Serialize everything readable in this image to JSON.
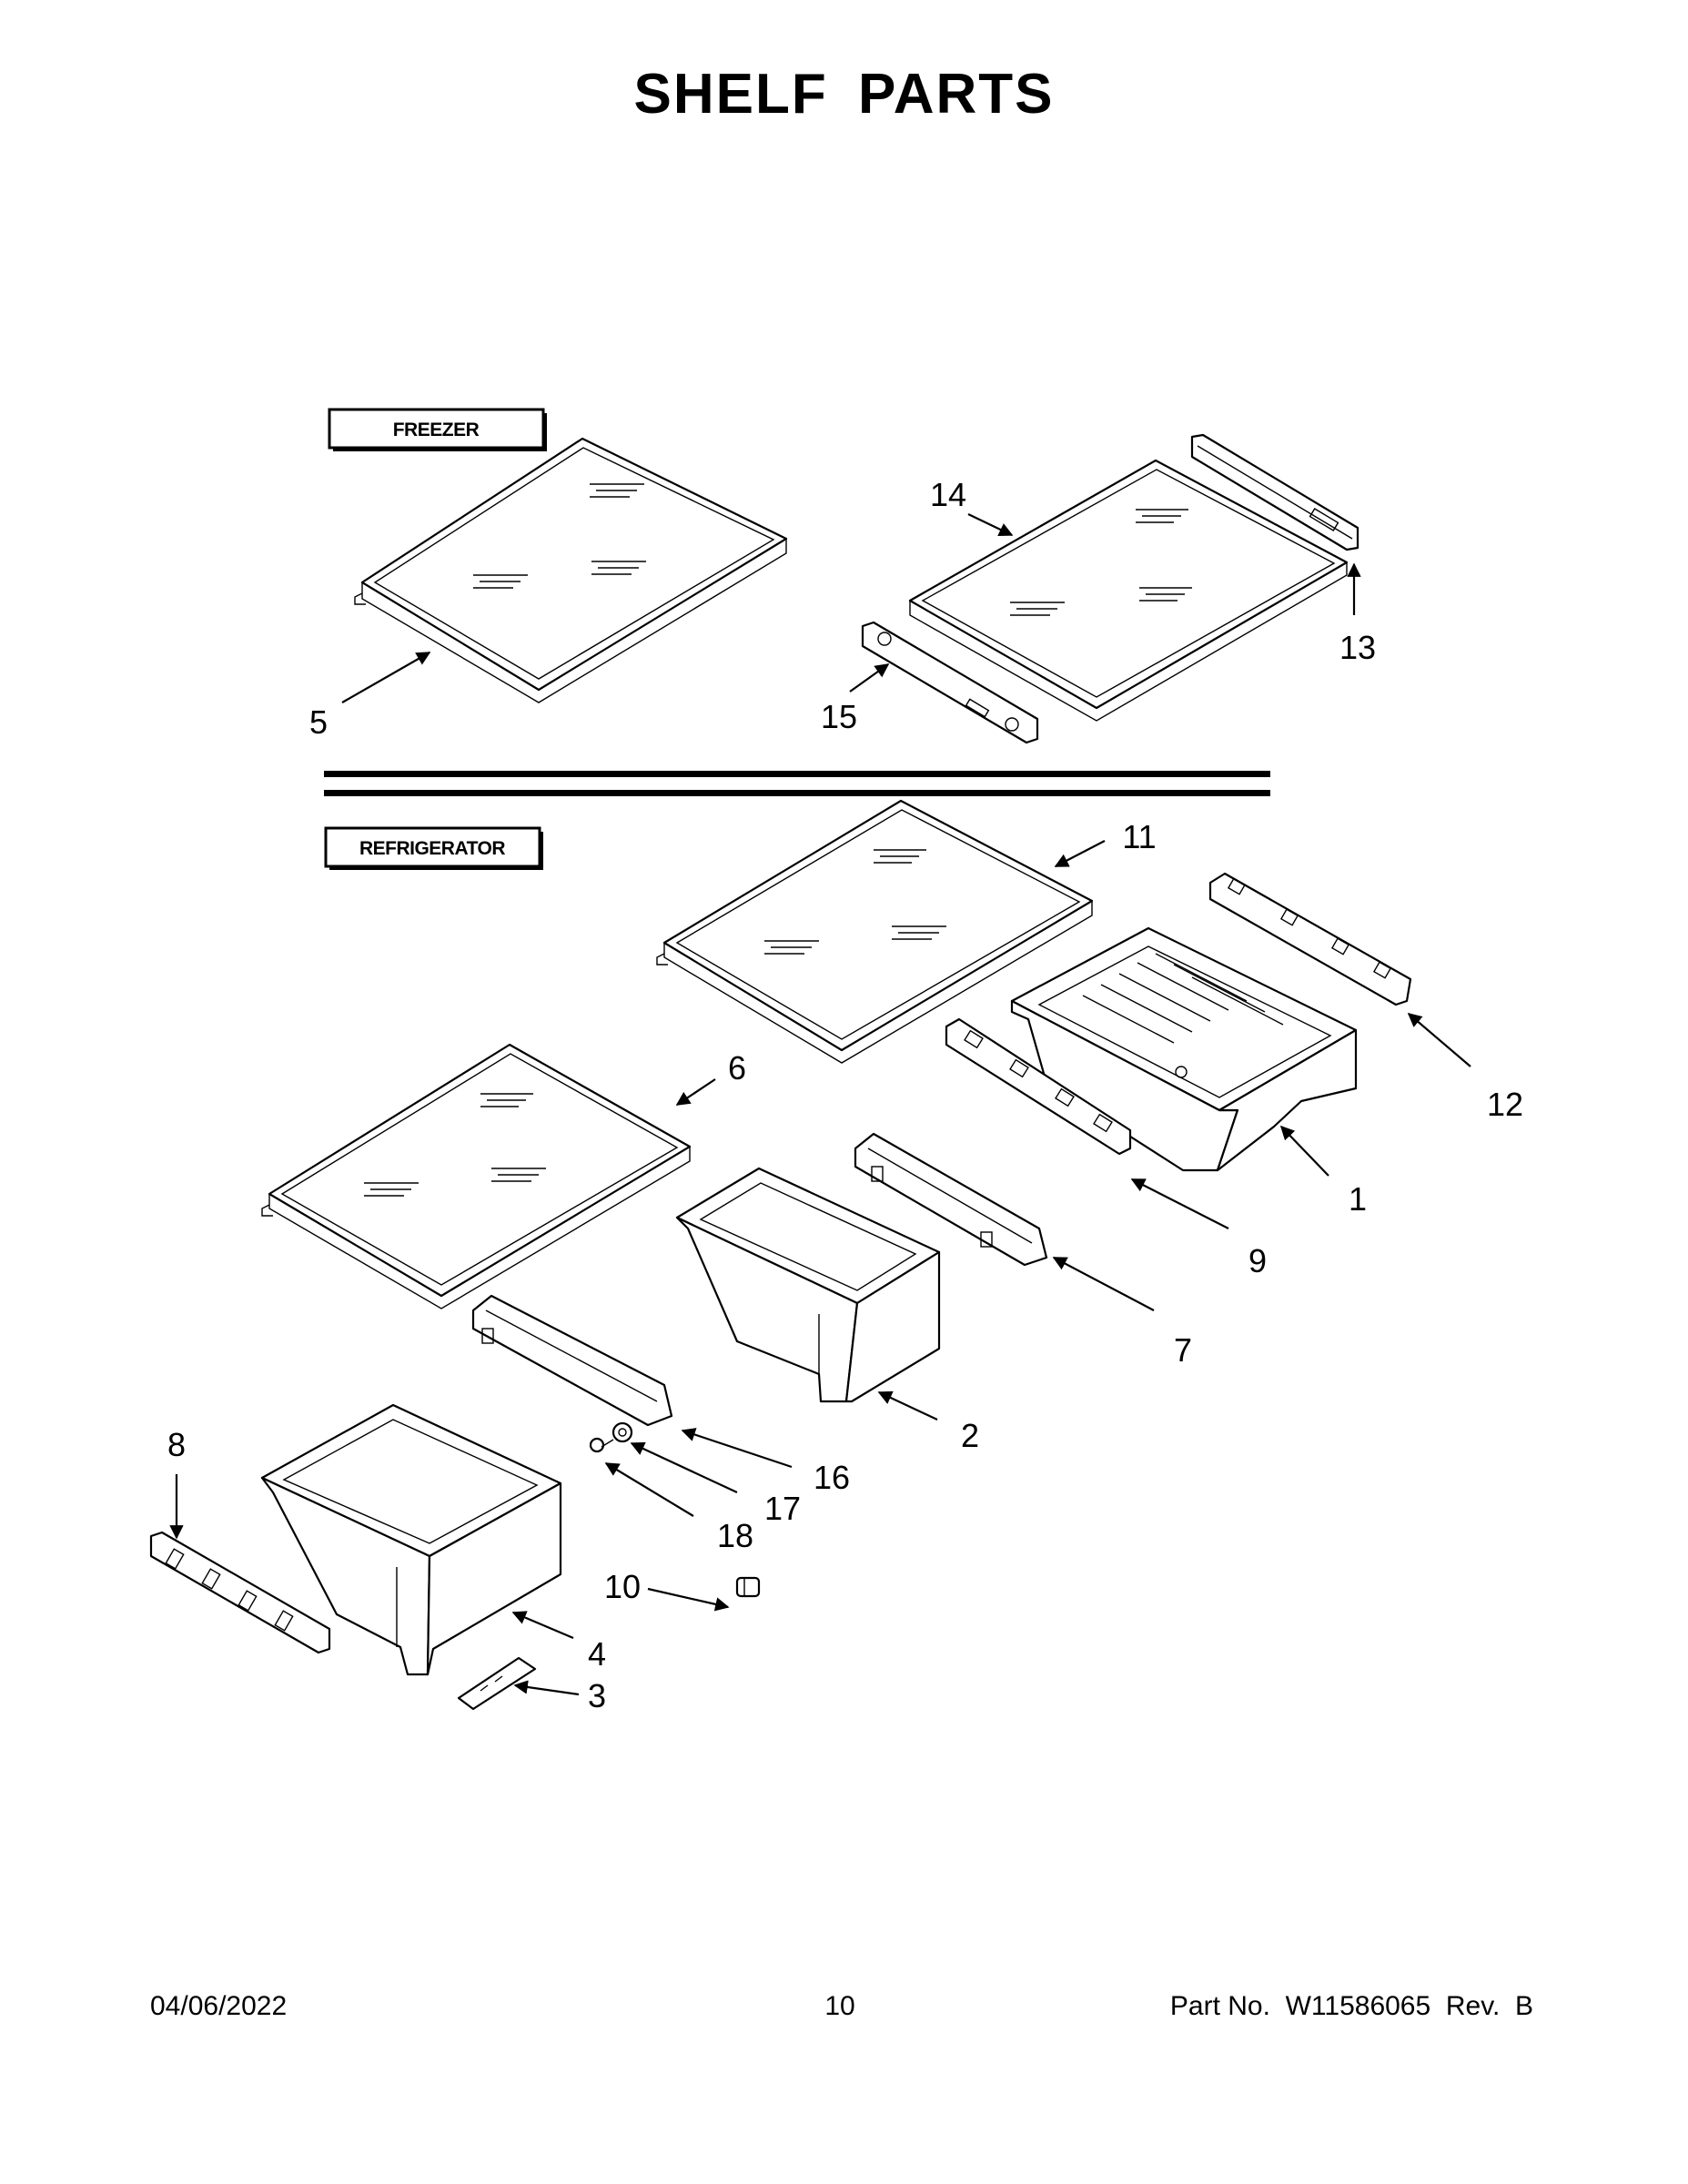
{
  "page": {
    "title": "SHELF PARTS",
    "footer": {
      "date": "04/06/2022",
      "page_number": "10",
      "part_number": "Part No.  W11586065  Rev.  B"
    }
  },
  "diagram": {
    "sections": {
      "freezer": "FREEZER",
      "refrigerator": "REFRIGERATOR"
    },
    "callouts": {
      "c1": "1",
      "c2": "2",
      "c3": "3",
      "c4": "4",
      "c5": "5",
      "c6": "6",
      "c7": "7",
      "c8": "8",
      "c9": "9",
      "c10": "10",
      "c11": "11",
      "c12": "12",
      "c13": "13",
      "c14": "14",
      "c15": "15",
      "c16": "16",
      "c17": "17",
      "c18": "18"
    }
  }
}
